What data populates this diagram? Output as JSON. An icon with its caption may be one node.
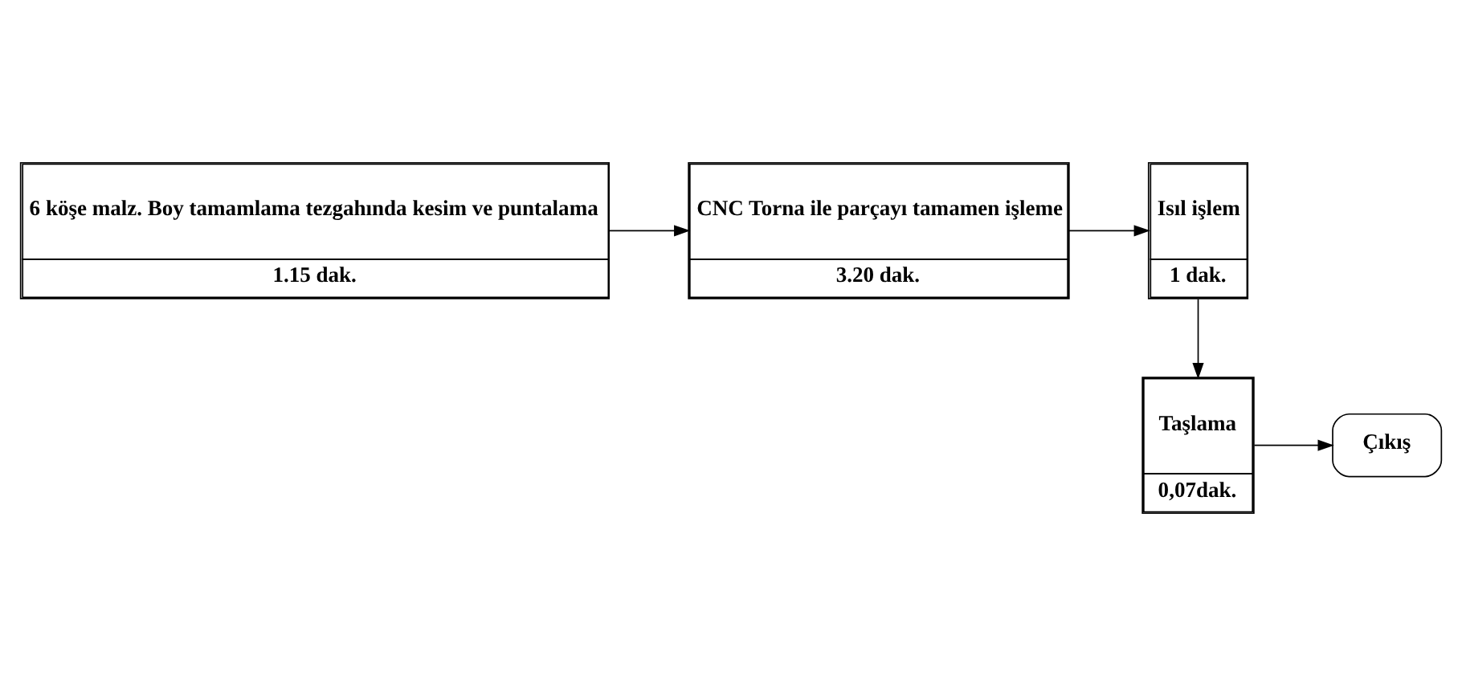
{
  "diagram": {
    "nodes": [
      {
        "text": [
          "6 köşe malz. Boy tamamlama tezgahında kesim ve puntalama",
          "1.15 dak."
        ]
      },
      {
        "text": [
          "CNC Torna ile parçayı tamamen işleme",
          "3.20 dak."
        ]
      },
      {
        "text": [
          "Isıl işlem",
          "1 dak."
        ]
      },
      {
        "text": [
          "Taşlama",
          "0,07dak."
        ]
      },
      {
        "text": [
          "Çıkış"
        ]
      }
    ],
    "edges": [
      {
        "from": 0,
        "to": 1,
        "arrow": "to"
      },
      {
        "from": 1,
        "to": 2,
        "arrow": "to"
      },
      {
        "from": 2,
        "to": 3,
        "arrow": "to"
      },
      {
        "from": 3,
        "to": 4,
        "arrow": "to"
      }
    ]
  }
}
